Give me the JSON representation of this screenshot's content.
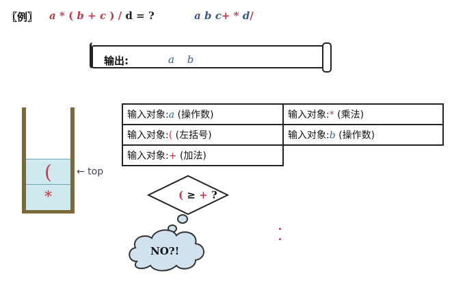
{
  "header": {
    "example_label": "〖例〗",
    "infix": [
      "a",
      "*",
      "(",
      "b",
      "+",
      "c",
      ")",
      "/",
      "d",
      "=",
      "?"
    ],
    "postfix": [
      "a",
      "b",
      "c",
      "+",
      "*",
      "d",
      "/"
    ]
  },
  "output": {
    "label": "输出:",
    "values": "a b"
  },
  "stack": {
    "cells": [
      "(",
      "*"
    ],
    "pointer_label": "← top"
  },
  "table": {
    "rows": [
      [
        {
          "prefix": "输入对象:",
          "obj": "a",
          "desc": " (操作数)"
        },
        {
          "prefix": "输入对象:",
          "obj": "*",
          "desc": " (乘法)"
        }
      ],
      [
        {
          "prefix": "输入对象:",
          "obj": "(",
          "desc": " (左括号)"
        },
        {
          "prefix": "输入对象:",
          "obj": "b",
          "desc": " (操作数)"
        }
      ],
      [
        {
          "prefix": "输入对象:",
          "obj": "+",
          "desc": " (加法)"
        }
      ]
    ]
  },
  "decision": {
    "left": "(",
    "op": " ≥ ",
    "right": "+",
    "tail": " ?"
  },
  "cloud": {
    "text": "NO?!"
  }
}
